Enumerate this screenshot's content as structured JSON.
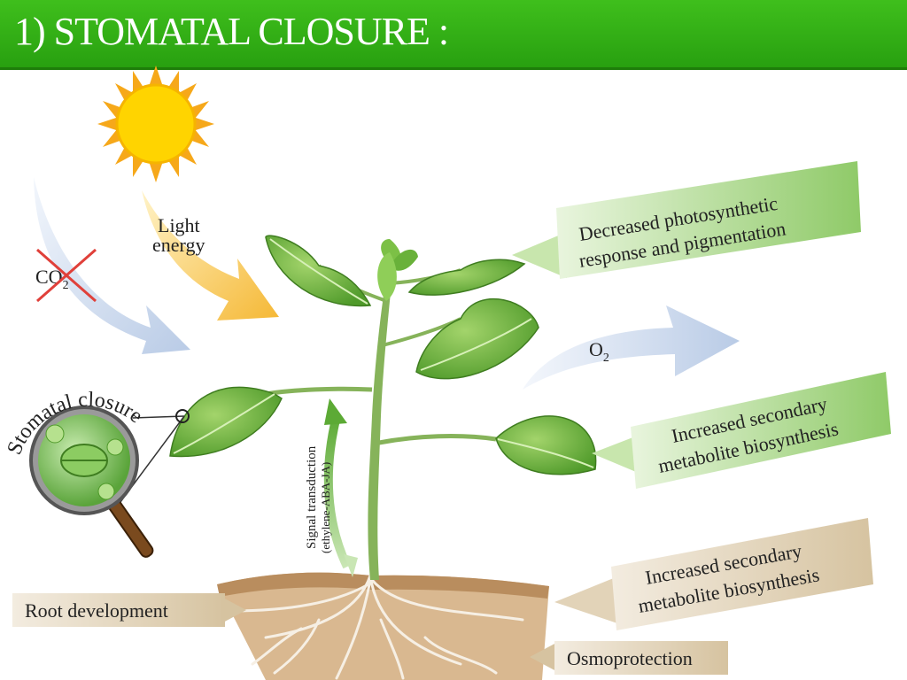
{
  "title": "1) STOMATAL CLOSURE :",
  "labels": {
    "light_line1": "Light",
    "light_line2": "energy",
    "co2": "CO",
    "co2_sub": "2",
    "o2": "O",
    "o2_sub": "2",
    "stomatal": "Stomatal closure",
    "signal_line1": "Signal transduction",
    "signal_line2": "(ethylene-ABA-JA)",
    "photo_line1": "Decreased photosynthetic",
    "photo_line2": "response and pigmentation",
    "secondary1_line1": "Increased secondary",
    "secondary1_line2": "metabolite biosynthesis",
    "secondary2_line1": "Increased secondary",
    "secondary2_line2": "metabolite biosynthesis",
    "root": "Root development",
    "osmo": "Osmoprotection"
  },
  "colors": {
    "title_bg": "#2eaa14",
    "leaf": "#6ab53c",
    "green_box": "#a8d58a",
    "tan_box": "#e2d3b8",
    "sun": "#ffd400",
    "light_arrow": "#f5c242",
    "co2_arrow": "#c7d6ec",
    "cross": "#e0403a"
  }
}
